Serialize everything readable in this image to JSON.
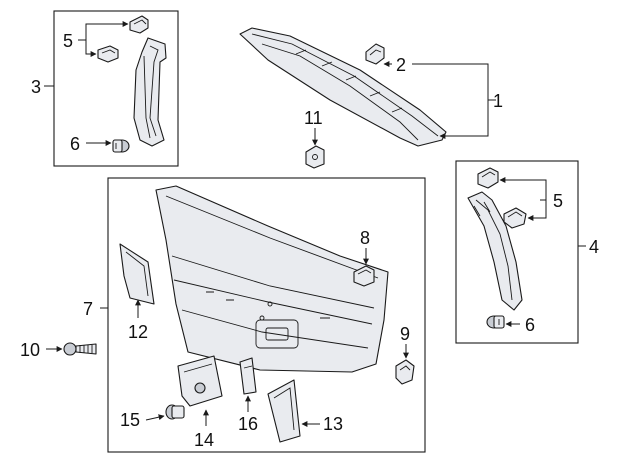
{
  "callouts": {
    "c1": "1",
    "c2": "2",
    "c3": "3",
    "c4": "4",
    "c5a": "5",
    "c5b": "5",
    "c6a": "6",
    "c6b": "6",
    "c7": "7",
    "c8": "8",
    "c9": "9",
    "c10": "10",
    "c11": "11",
    "c12": "12",
    "c13": "13",
    "c14": "14",
    "c15": "15",
    "c16": "16"
  }
}
